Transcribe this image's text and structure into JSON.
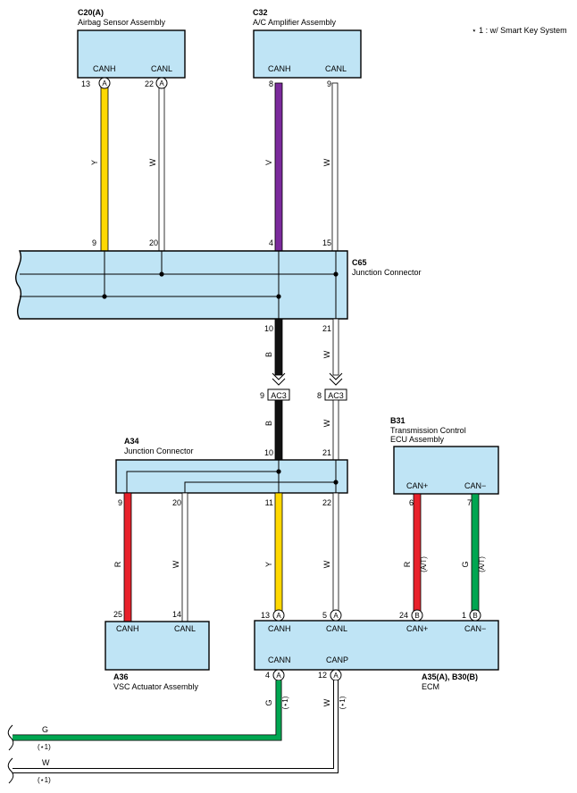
{
  "note": "⋆ 1 : w/ Smart Key System",
  "colors": {
    "Y": "#ffd800",
    "V": "#7b2a9c",
    "R": "#e8212b",
    "G": "#00a651",
    "B": "#111111",
    "W": "#ffffff",
    "box_fill": "#bfe4f5"
  },
  "components": {
    "c20": {
      "id": "C20(A)",
      "name": "Airbag Sensor Assembly",
      "pin_labels": [
        "CANH",
        "CANL"
      ],
      "pins": [
        "13",
        "22"
      ],
      "conn": [
        "A",
        "A"
      ]
    },
    "c32": {
      "id": "C32",
      "name": "A/C Amplifier Assembly",
      "pin_labels": [
        "CANH",
        "CANL"
      ],
      "pins": [
        "8",
        "9"
      ]
    },
    "c65": {
      "id": "C65",
      "name": "Junction Connector",
      "pins_top": [
        "9",
        "20",
        "4",
        "15"
      ],
      "pins_bottom": [
        "10",
        "21"
      ]
    },
    "ac3": {
      "label": "AC3",
      "pins": [
        "9",
        "8"
      ]
    },
    "a34": {
      "id": "A34",
      "name": "Junction Connector",
      "pins_top": [
        "10",
        "21"
      ],
      "pins_bottom": [
        "9",
        "20",
        "11",
        "22"
      ]
    },
    "b31": {
      "id": "B31",
      "name_line1": "Transmission Control",
      "name_line2": "ECU Assembly",
      "pin_labels": [
        "CAN+",
        "CAN−"
      ],
      "pins": [
        "6",
        "7"
      ]
    },
    "a36": {
      "id": "A36",
      "name": "VSC Actuator Assembly",
      "pin_labels": [
        "CANH",
        "CANL"
      ],
      "pins": [
        "25",
        "14"
      ]
    },
    "ecm": {
      "id": "A35(A), B30(B)",
      "name": "ECM",
      "pin_labels_top": [
        "CANH",
        "CANL",
        "CAN+",
        "CAN−"
      ],
      "pins_top": [
        "13",
        "5",
        "24",
        "1"
      ],
      "conn_top": [
        "A",
        "A",
        "B",
        "B"
      ],
      "pin_labels_bottom": [
        "CANN",
        "CANP"
      ],
      "pins_bottom": [
        "4",
        "12"
      ],
      "conn_bottom": [
        "A",
        "A"
      ]
    }
  },
  "wire_labels": {
    "y": "Y",
    "w": "W",
    "v": "V",
    "b": "B",
    "r": "R",
    "g": "G",
    "at": "(A/T)",
    "star1": "(⋆1)"
  }
}
